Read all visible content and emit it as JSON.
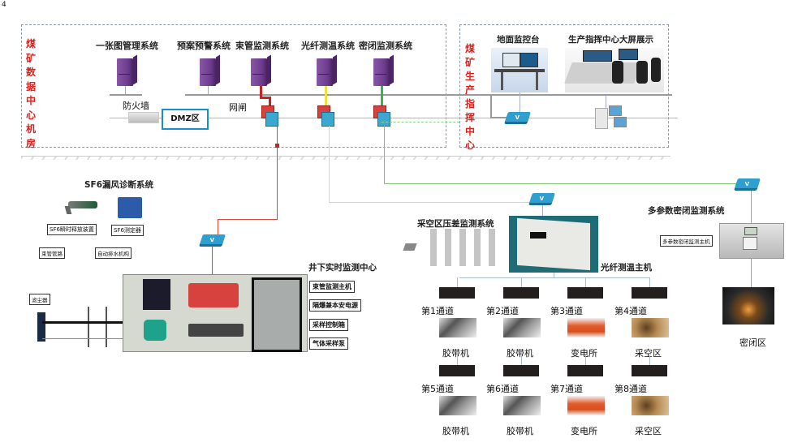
{
  "figure_number": "4",
  "data_center": {
    "title_chars": [
      "煤",
      "矿",
      "数",
      "据",
      "中",
      "心",
      "机",
      "房"
    ],
    "systems": [
      {
        "label": "一张图管理系统"
      },
      {
        "label": "预案预警系统"
      },
      {
        "label": "束管监测系统"
      },
      {
        "label": "光纤测温系统"
      },
      {
        "label": "密闭监测系统"
      }
    ],
    "firewall_label": "防火墙",
    "dmz_label": "DMZ区",
    "gateway_label": "网闸"
  },
  "command_center": {
    "title_chars": [
      "煤",
      "矿",
      "生",
      "产",
      "指",
      "挥",
      "中",
      "心"
    ],
    "console_label": "地面监控台",
    "big_screen_label": "生产指挥中心大屏展示"
  },
  "sf6": {
    "title": "SF6漏风诊断系统",
    "release_device": "SF6瞬时释放装置",
    "detector": "SF6测定器"
  },
  "underground": {
    "title": "井下实时监测中心",
    "pipe_label": "束管管路",
    "drain_label": "自动排水机构",
    "dust_label": "滤尘器",
    "components": [
      "束管监测主机",
      "隔爆兼本安电源",
      "采样控制箱",
      "气体采样泵"
    ]
  },
  "goaf_pressure": {
    "title": "采空区压差监测系统"
  },
  "fiber_host": {
    "label": "光纤测温主机",
    "channels": [
      {
        "name": "第1通道",
        "location": "胶带机",
        "type": "belt"
      },
      {
        "name": "第2通道",
        "location": "胶带机",
        "type": "belt"
      },
      {
        "name": "第3通道",
        "location": "变电所",
        "type": "sub"
      },
      {
        "name": "第4通道",
        "location": "采空区",
        "type": "goaf"
      },
      {
        "name": "第5通道",
        "location": "胶带机",
        "type": "belt"
      },
      {
        "name": "第6通道",
        "location": "胶带机",
        "type": "belt"
      },
      {
        "name": "第7通道",
        "location": "变电所",
        "type": "sub"
      },
      {
        "name": "第8通道",
        "location": "采空区",
        "type": "goaf"
      }
    ]
  },
  "seal_monitor": {
    "title": "多参数密闭监测系统",
    "host_label": "多参数密闭监测主机",
    "zone_label": "密闭区"
  },
  "colors": {
    "accent_red": "#e0201b",
    "bundle_tube_line": "#e04a3a",
    "fiber_line": "#f2e040",
    "seal_line": "#7cc46f",
    "switch_blue": "#2f9fd0"
  }
}
